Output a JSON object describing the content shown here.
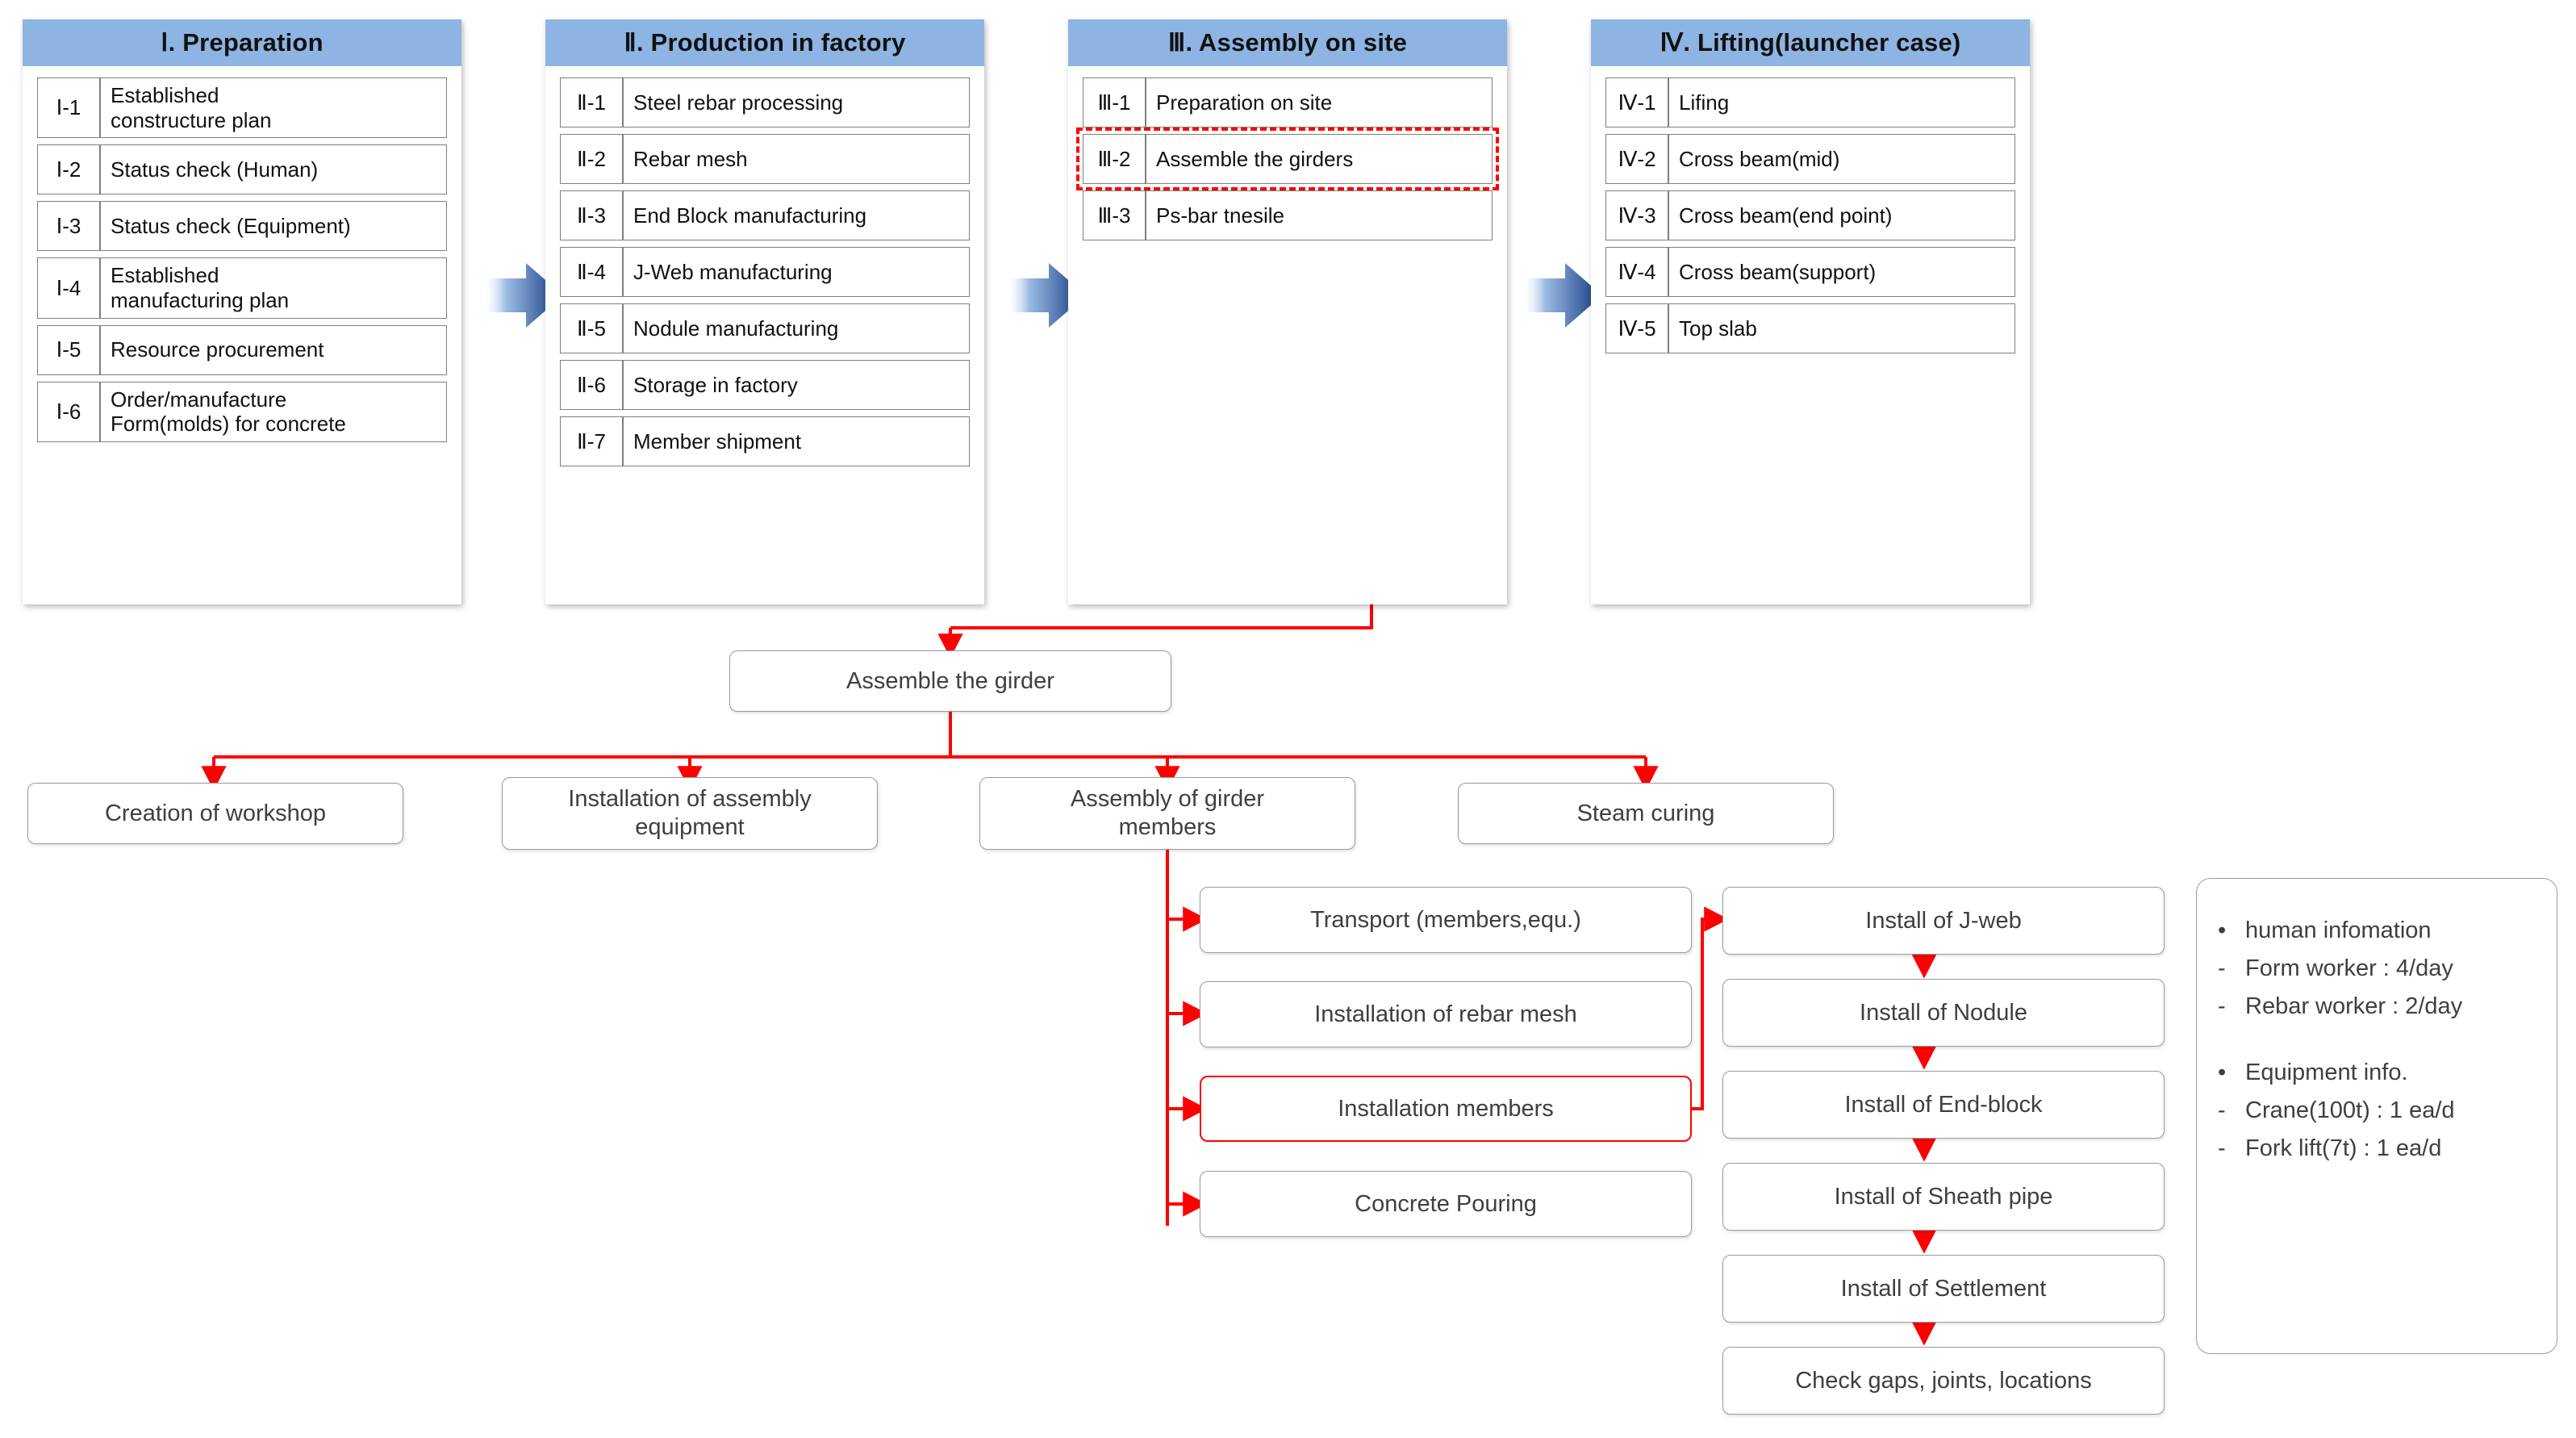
{
  "colors": {
    "header_blue": "#8DB4E2",
    "arrow_blue_dark": "#123E87",
    "connector_red": "#FF0000",
    "box_border_gray": "#9B9B9B"
  },
  "phases": [
    {
      "title": "Ⅰ. Preparation",
      "rows": [
        {
          "code": "Ⅰ-1",
          "label": "Established\nconstructure plan",
          "tall": true,
          "highlight": false
        },
        {
          "code": "Ⅰ-2",
          "label": "Status check (Human)",
          "tall": false,
          "highlight": false
        },
        {
          "code": "Ⅰ-3",
          "label": "Status check (Equipment)",
          "tall": false,
          "highlight": false
        },
        {
          "code": "Ⅰ-4",
          "label": "Established\nmanufacturing plan",
          "tall": true,
          "highlight": false
        },
        {
          "code": "Ⅰ-5",
          "label": "Resource procurement",
          "tall": false,
          "highlight": false
        },
        {
          "code": "Ⅰ-6",
          "label": "Order/manufacture\nForm(molds) for concrete",
          "tall": true,
          "highlight": false
        }
      ]
    },
    {
      "title": "Ⅱ. Production in factory",
      "rows": [
        {
          "code": "Ⅱ-1",
          "label": "Steel rebar processing",
          "tall": false,
          "highlight": false
        },
        {
          "code": "Ⅱ-2",
          "label": "Rebar mesh",
          "tall": false,
          "highlight": false
        },
        {
          "code": "Ⅱ-3",
          "label": "End Block manufacturing",
          "tall": false,
          "highlight": false
        },
        {
          "code": "Ⅱ-4",
          "label": "J-Web manufacturing",
          "tall": false,
          "highlight": false
        },
        {
          "code": "Ⅱ-5",
          "label": "Nodule manufacturing",
          "tall": false,
          "highlight": false
        },
        {
          "code": "Ⅱ-6",
          "label": "Storage in factory",
          "tall": false,
          "highlight": false
        },
        {
          "code": "Ⅱ-7",
          "label": "Member shipment",
          "tall": false,
          "highlight": false
        }
      ]
    },
    {
      "title": "Ⅲ. Assembly on site",
      "rows": [
        {
          "code": "Ⅲ-1",
          "label": "Preparation on site",
          "tall": false,
          "highlight": false
        },
        {
          "code": "Ⅲ-2",
          "label": "Assemble the girders",
          "tall": false,
          "highlight": true
        },
        {
          "code": "Ⅲ-3",
          "label": "Ps-bar tnesile",
          "tall": false,
          "highlight": false
        }
      ]
    },
    {
      "title": "Ⅳ. Lifting(launcher case)",
      "rows": [
        {
          "code": "Ⅳ-1",
          "label": "Lifing",
          "tall": false,
          "highlight": false
        },
        {
          "code": "Ⅳ-2",
          "label": "Cross beam(mid)",
          "tall": false,
          "highlight": false
        },
        {
          "code": "Ⅳ-3",
          "label": "Cross beam(end point)",
          "tall": false,
          "highlight": false
        },
        {
          "code": "Ⅳ-4",
          "label": "Cross beam(support)",
          "tall": false,
          "highlight": false
        },
        {
          "code": "Ⅳ-5",
          "label": "Top slab",
          "tall": false,
          "highlight": false
        }
      ]
    }
  ],
  "detail": {
    "root": "Assemble the girder",
    "level1": [
      "Creation of workshop",
      "Installation of assembly\nequipment",
      "Assembly of girder\nmembers",
      "Steam curing"
    ],
    "level2": [
      {
        "label": "Transport (members,equ.)",
        "highlight": false
      },
      {
        "label": "Installation of rebar mesh",
        "highlight": false
      },
      {
        "label": "Installation members",
        "highlight": true
      },
      {
        "label": "Concrete Pouring",
        "highlight": false
      }
    ],
    "level3": [
      "Install of J-web",
      "Install of Nodule",
      "Install of End-block",
      "Install of Sheath pipe",
      "Install of Settlement",
      "Check gaps, joints, locations"
    ]
  },
  "info_card": {
    "lines": [
      {
        "mark": "•",
        "text": "human infomation"
      },
      {
        "mark": "-",
        "text": "Form worker : 4/day"
      },
      {
        "mark": "-",
        "text": "Rebar worker : 2/day"
      },
      {
        "mark": "",
        "text": ""
      },
      {
        "mark": "•",
        "text": "Equipment info."
      },
      {
        "mark": "-",
        "text": "Crane(100t) : 1 ea/d"
      },
      {
        "mark": "-",
        "text": "Fork lift(7t) : 1 ea/d"
      }
    ]
  }
}
